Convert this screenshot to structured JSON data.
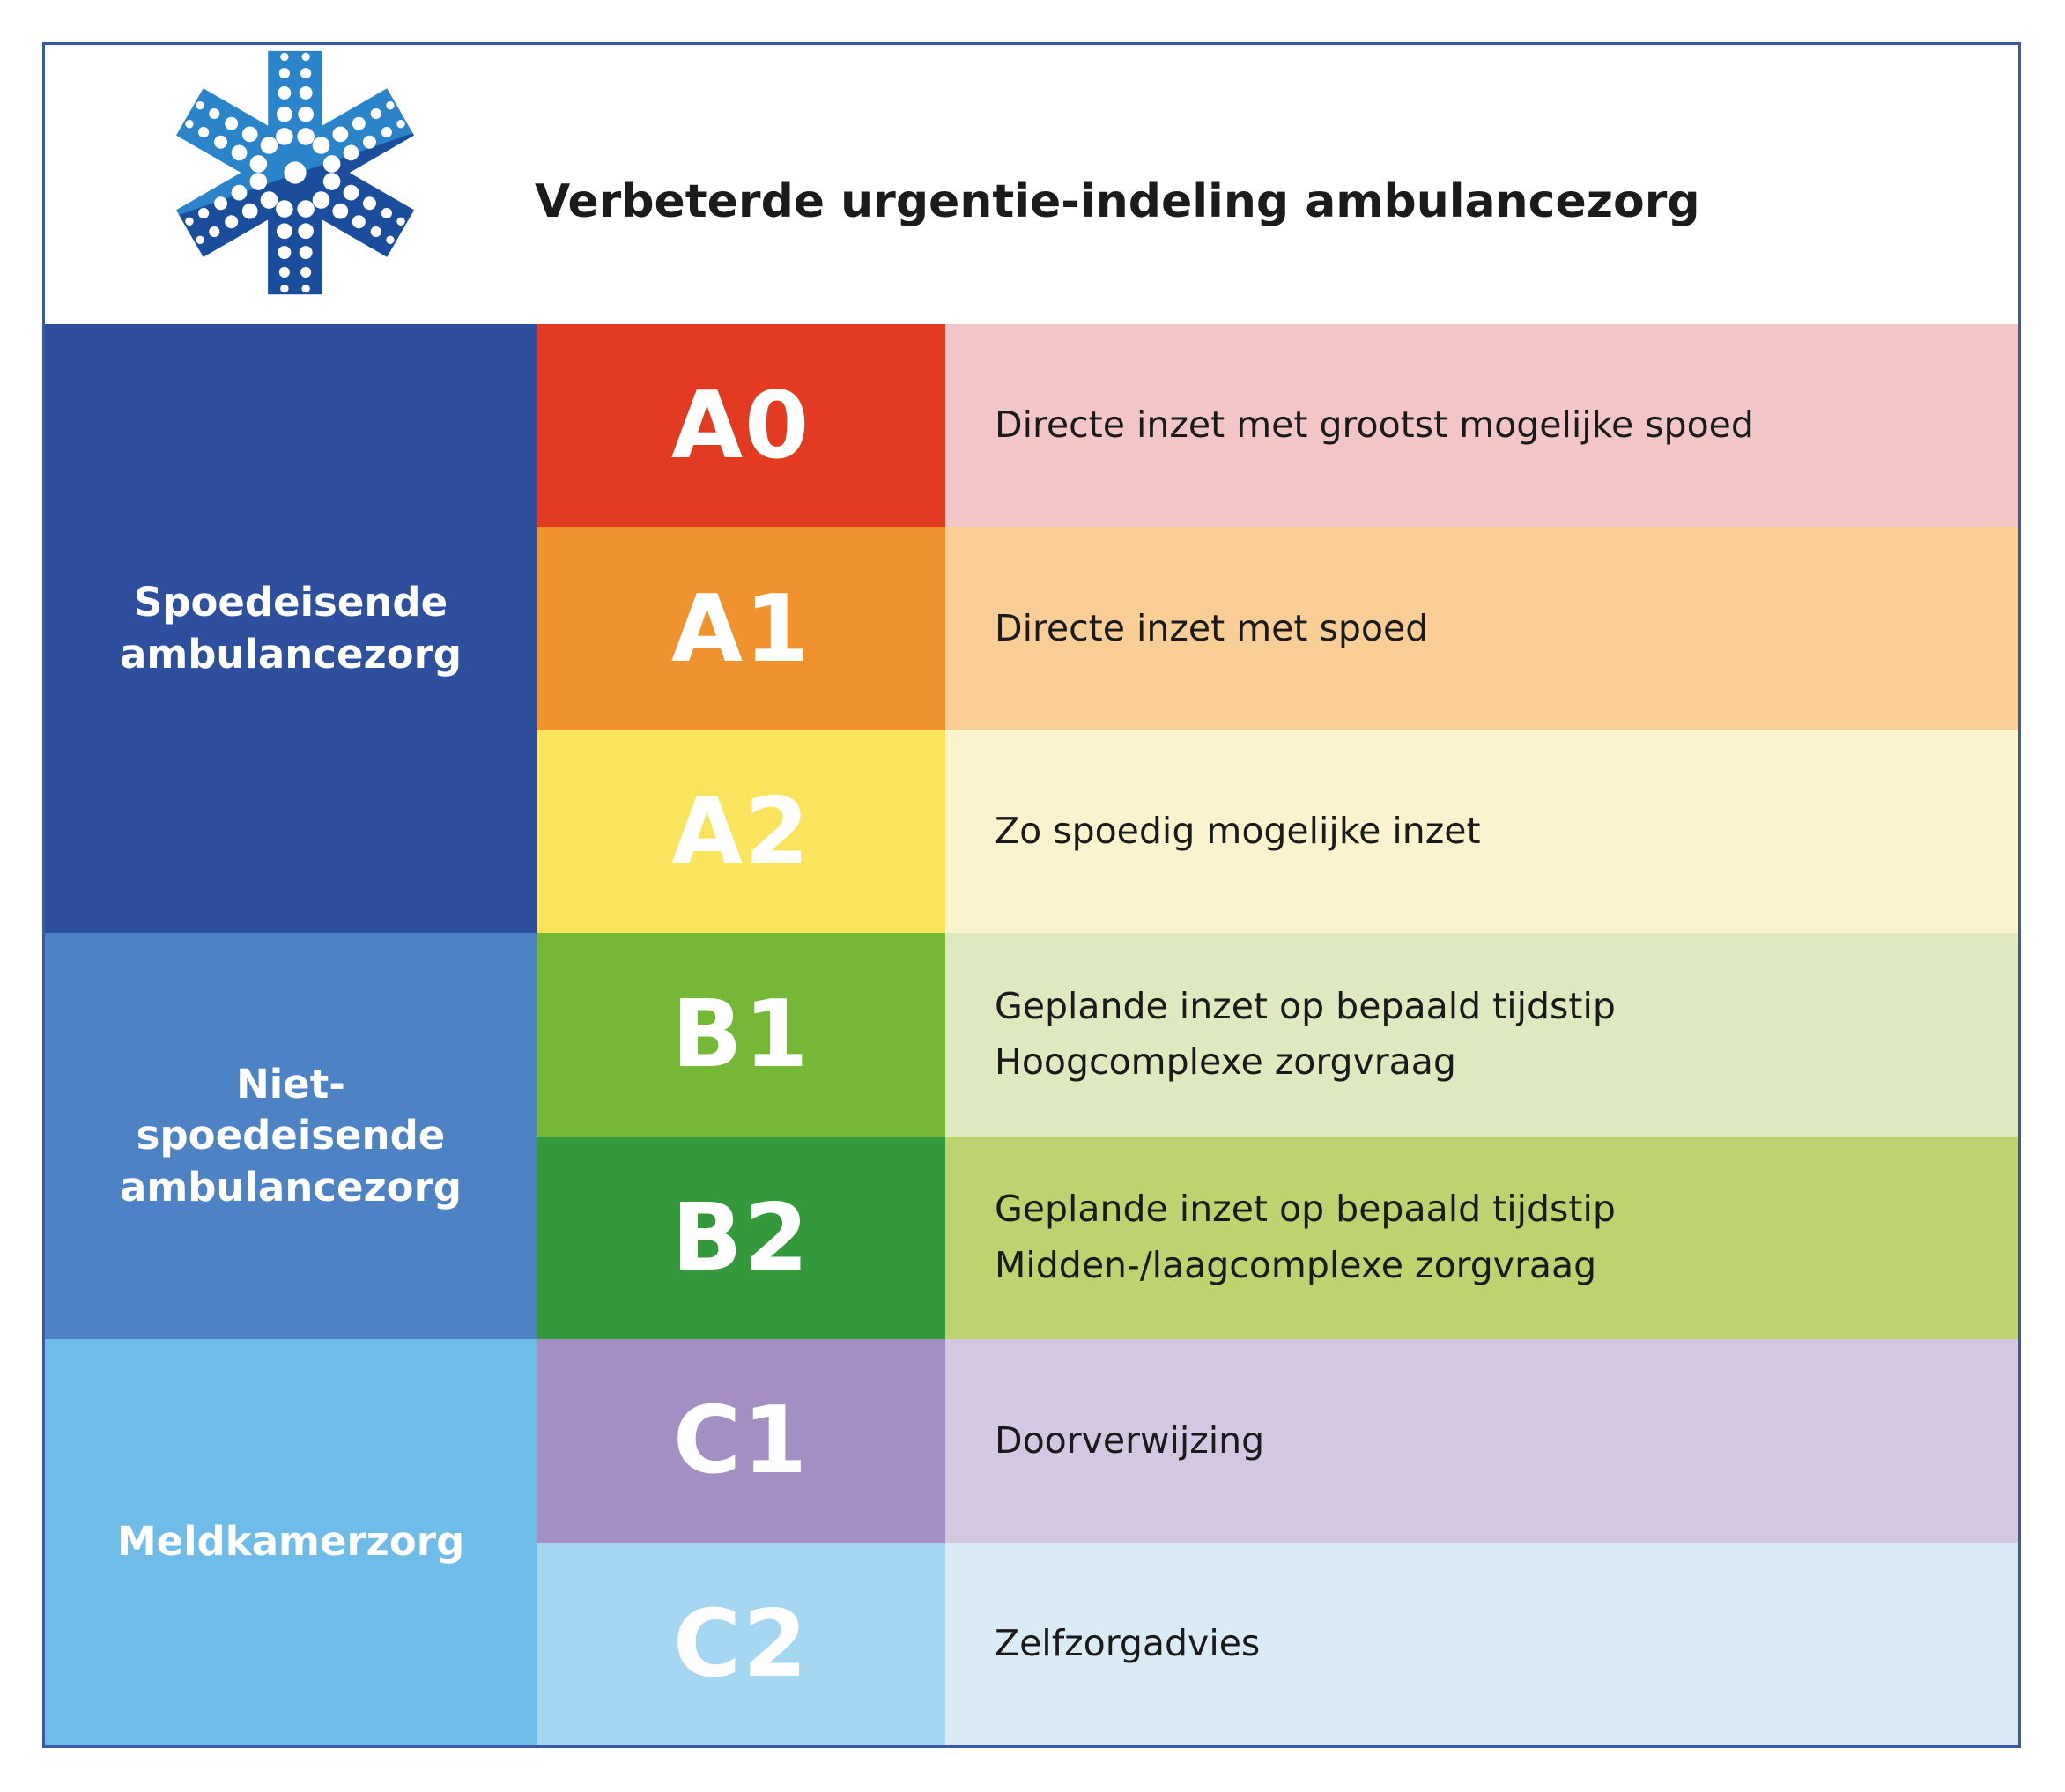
{
  "frame": {
    "border_color": "#3b5aa5"
  },
  "header": {
    "title": "Verbeterde urgentie-indeling ambulancezorg",
    "logo": {
      "description": "star-of-life-ambulance-logo",
      "light_blue": "#2b84c9",
      "dark_blue": "#1a4e9c",
      "dot_color": "#ffffff"
    }
  },
  "categories": [
    {
      "label": "Spoedeisende ambulancezorg",
      "color": "#2e4f9e"
    },
    {
      "label": "Niet-spoedeisende ambulancezorg",
      "color": "#4d82c4"
    },
    {
      "label": "Meldkamerzorg",
      "color": "#6fbce8"
    }
  ],
  "rows": [
    {
      "code": "A0",
      "code_color": "#e23b21",
      "desc_color": "#f2c6c6",
      "lines": [
        "Directe inzet met grootst mogelijke spoed"
      ]
    },
    {
      "code": "A1",
      "code_color": "#f0922d",
      "desc_color": "#f8ce96",
      "lines": [
        "Directe inzet met spoed"
      ]
    },
    {
      "code": "A2",
      "code_color": "#fae45e",
      "desc_color": "#fbf3ce",
      "lines": [
        "Zo spoedig mogelijke inzet"
      ]
    },
    {
      "code": "B1",
      "code_color": "#75b737",
      "desc_color": "#dee9bf",
      "lines": [
        "Geplande inzet op bepaald tijdstip",
        "Hoogcomplexe zorgvraag"
      ]
    },
    {
      "code": "B2",
      "code_color": "#33993b",
      "desc_color": "#bdd36f",
      "lines": [
        "Geplande inzet op bepaald tijdstip",
        "Midden-/laagcomplexe zorgvraag"
      ]
    },
    {
      "code": "C1",
      "code_color": "#a38fc3",
      "desc_color": "#d4c7e2",
      "lines": [
        "Doorverwijzing"
      ]
    },
    {
      "code": "C2",
      "code_color": "#a6d7f2",
      "desc_color": "#daebf5",
      "lines": [
        "Zelfzorgadvies"
      ]
    }
  ]
}
